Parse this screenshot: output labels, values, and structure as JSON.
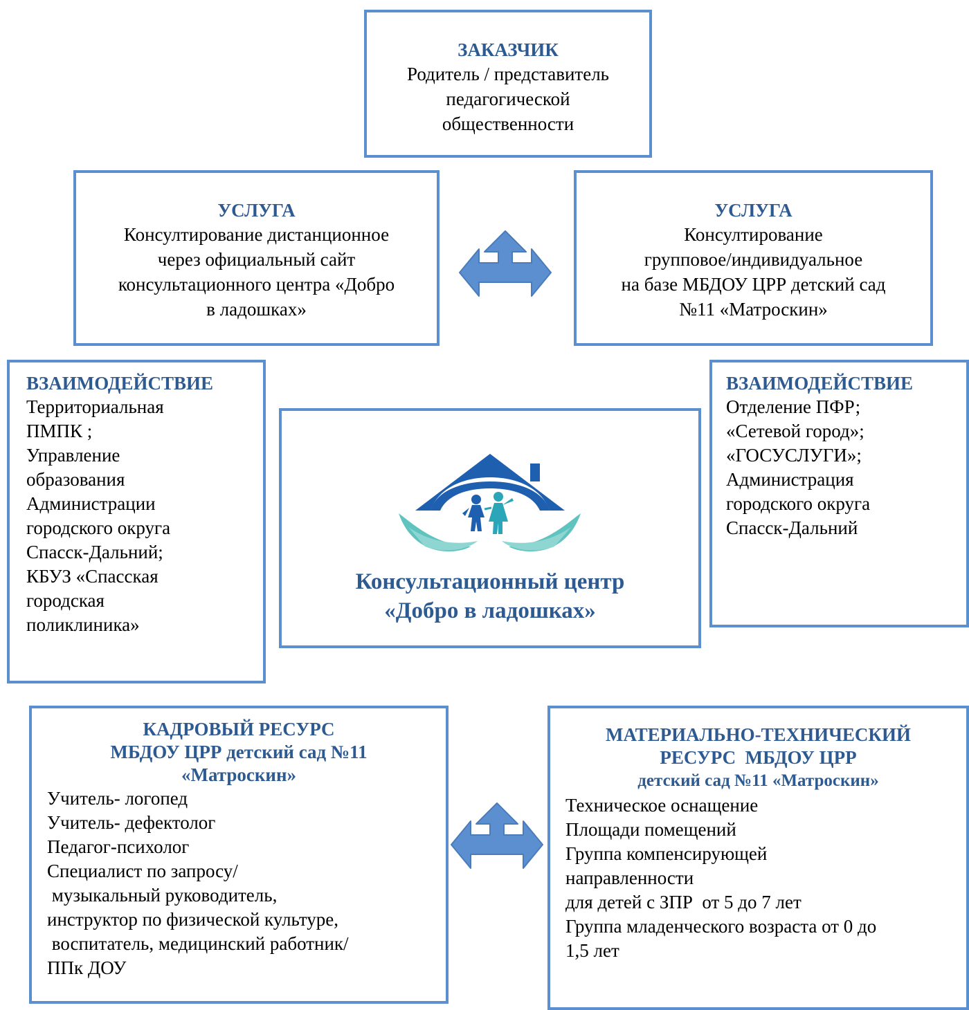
{
  "customer": {
    "title": "ЗАКАЗЧИК",
    "lines": [
      "Родитель / представитель",
      "педагогической",
      "общественности"
    ]
  },
  "service_left": {
    "title": "УСЛУГА",
    "lines": [
      "Консултирование дистанционное",
      "через официальный сайт",
      "консультационного центра «Добро",
      "в ладошках»"
    ]
  },
  "service_right": {
    "title": "УСЛУГА",
    "lines": [
      "Консултирование",
      "групповое/индивидуальное",
      "на базе МБДОУ ЦРР детский сад",
      "№11 «Матроскин»"
    ]
  },
  "interaction_left": {
    "title": "ВЗАИМОДЕЙСТВИЕ",
    "lines": [
      "Территориальная",
      "ПМПК ;",
      "Управление",
      "образования",
      "Администрации",
      "городского округа",
      "Спасск-Дальний;",
      "КБУЗ «Спасская",
      "городская",
      "поликлиника»"
    ]
  },
  "interaction_right": {
    "title": "ВЗАИМОДЕЙСТВИЕ",
    "lines": [
      "Отделение ПФР;",
      "«Сетевой город»;",
      "«ГОСУСЛУГИ»;",
      "Администрация",
      "городского округа",
      "Спасск-Дальний"
    ]
  },
  "center": {
    "title_lines": [
      "Консультационный центр",
      "«Добро в ладошках»"
    ],
    "logo_icon": "house-hands-children-logo"
  },
  "staff": {
    "title_lines": [
      "КАДРОВЫЙ РЕСУРС",
      "МБДОУ ЦРР детский сад №11",
      "«Матроскин»"
    ],
    "items": [
      "Учитель- логопед",
      "Учитель- дефектолог",
      "Педагог-психолог",
      "Специалист по запросу/",
      " музыкальный руководитель,",
      "инструктор по физической культуре,",
      " воспитатель, медицинский работник/",
      "ППк ДОУ"
    ]
  },
  "material": {
    "title_lines": [
      "МАТЕРИАЛЬНО-ТЕХНИЧЕСКИЙ",
      "РЕСУРС  МБДОУ ЦРР",
      "детский сад №11 «Матроскин»"
    ],
    "items": [
      "Техническое оснащение",
      "Площади помещений",
      "Группа компенсирующей",
      "направленности",
      "для детей с ЗПР  от 5 до 7 лет",
      "Группа младенческого возраста от 0 до",
      "1,5 лет"
    ]
  },
  "colors": {
    "border": "#5b8fd0",
    "title": "#2e5a92",
    "arrow": "#5b8fd0",
    "logo_house": "#1f5fb0",
    "logo_hands": "#5fc4c0"
  },
  "arrows": [
    "three-way-arrow-icon",
    "three-way-arrow-icon"
  ]
}
